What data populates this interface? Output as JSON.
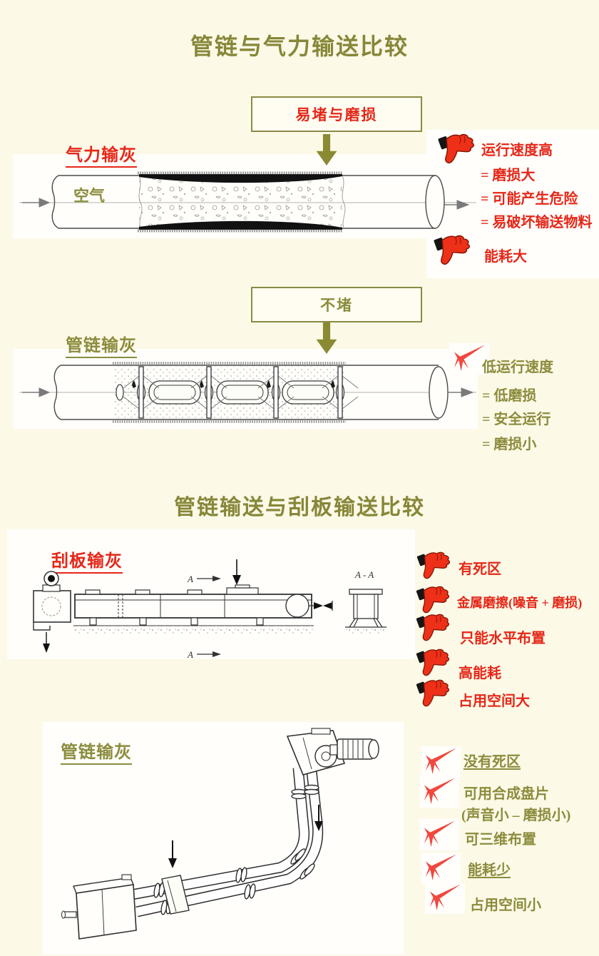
{
  "titles": {
    "pneumatic_comparison": "管链与气力输送比较",
    "scraper_comparison": "管链输送与刮板输送比较"
  },
  "colors": {
    "background": "#fcf9e7",
    "title_olive": "#868738",
    "olive_text": "#8b8c3c",
    "red_text": "#e52718",
    "thumb_red": "#ee3018",
    "check_red": "#f0483f",
    "arrow_olive": "#8a8a33"
  },
  "icons": {
    "negative": "thumbs-down",
    "positive": "star-check",
    "flow": "arrow-right"
  },
  "pneumatic": {
    "callout": "易堵与磨损",
    "label": "气力输灰",
    "air_label": "空气",
    "cons": [
      "运行速度高",
      "= 磨损大",
      "= 可能产生危险",
      "= 易破坏输送物料",
      "能耗大"
    ]
  },
  "chain_pipe": {
    "callout": "不堵",
    "label": "管链输灰",
    "pros": [
      "低运行速度",
      "= 低磨损",
      "= 安全运行",
      "= 磨损小"
    ]
  },
  "scraper": {
    "label": "刮板输灰",
    "drawing": {
      "cut_arrow_top": "A",
      "cut_arrow_bottom": "A",
      "section_view": "A - A"
    },
    "cons": [
      "有死区",
      "金属磨擦(噪音 + 磨损)",
      "只能水平布置",
      "高能耗",
      "占用空间大"
    ]
  },
  "chain_3d": {
    "label": "管链输灰",
    "pros": [
      "没有死区",
      "可用合成盘片",
      "(声音小 – 磨损小)",
      "可三维布置",
      "能耗少",
      "占用空间小"
    ]
  }
}
